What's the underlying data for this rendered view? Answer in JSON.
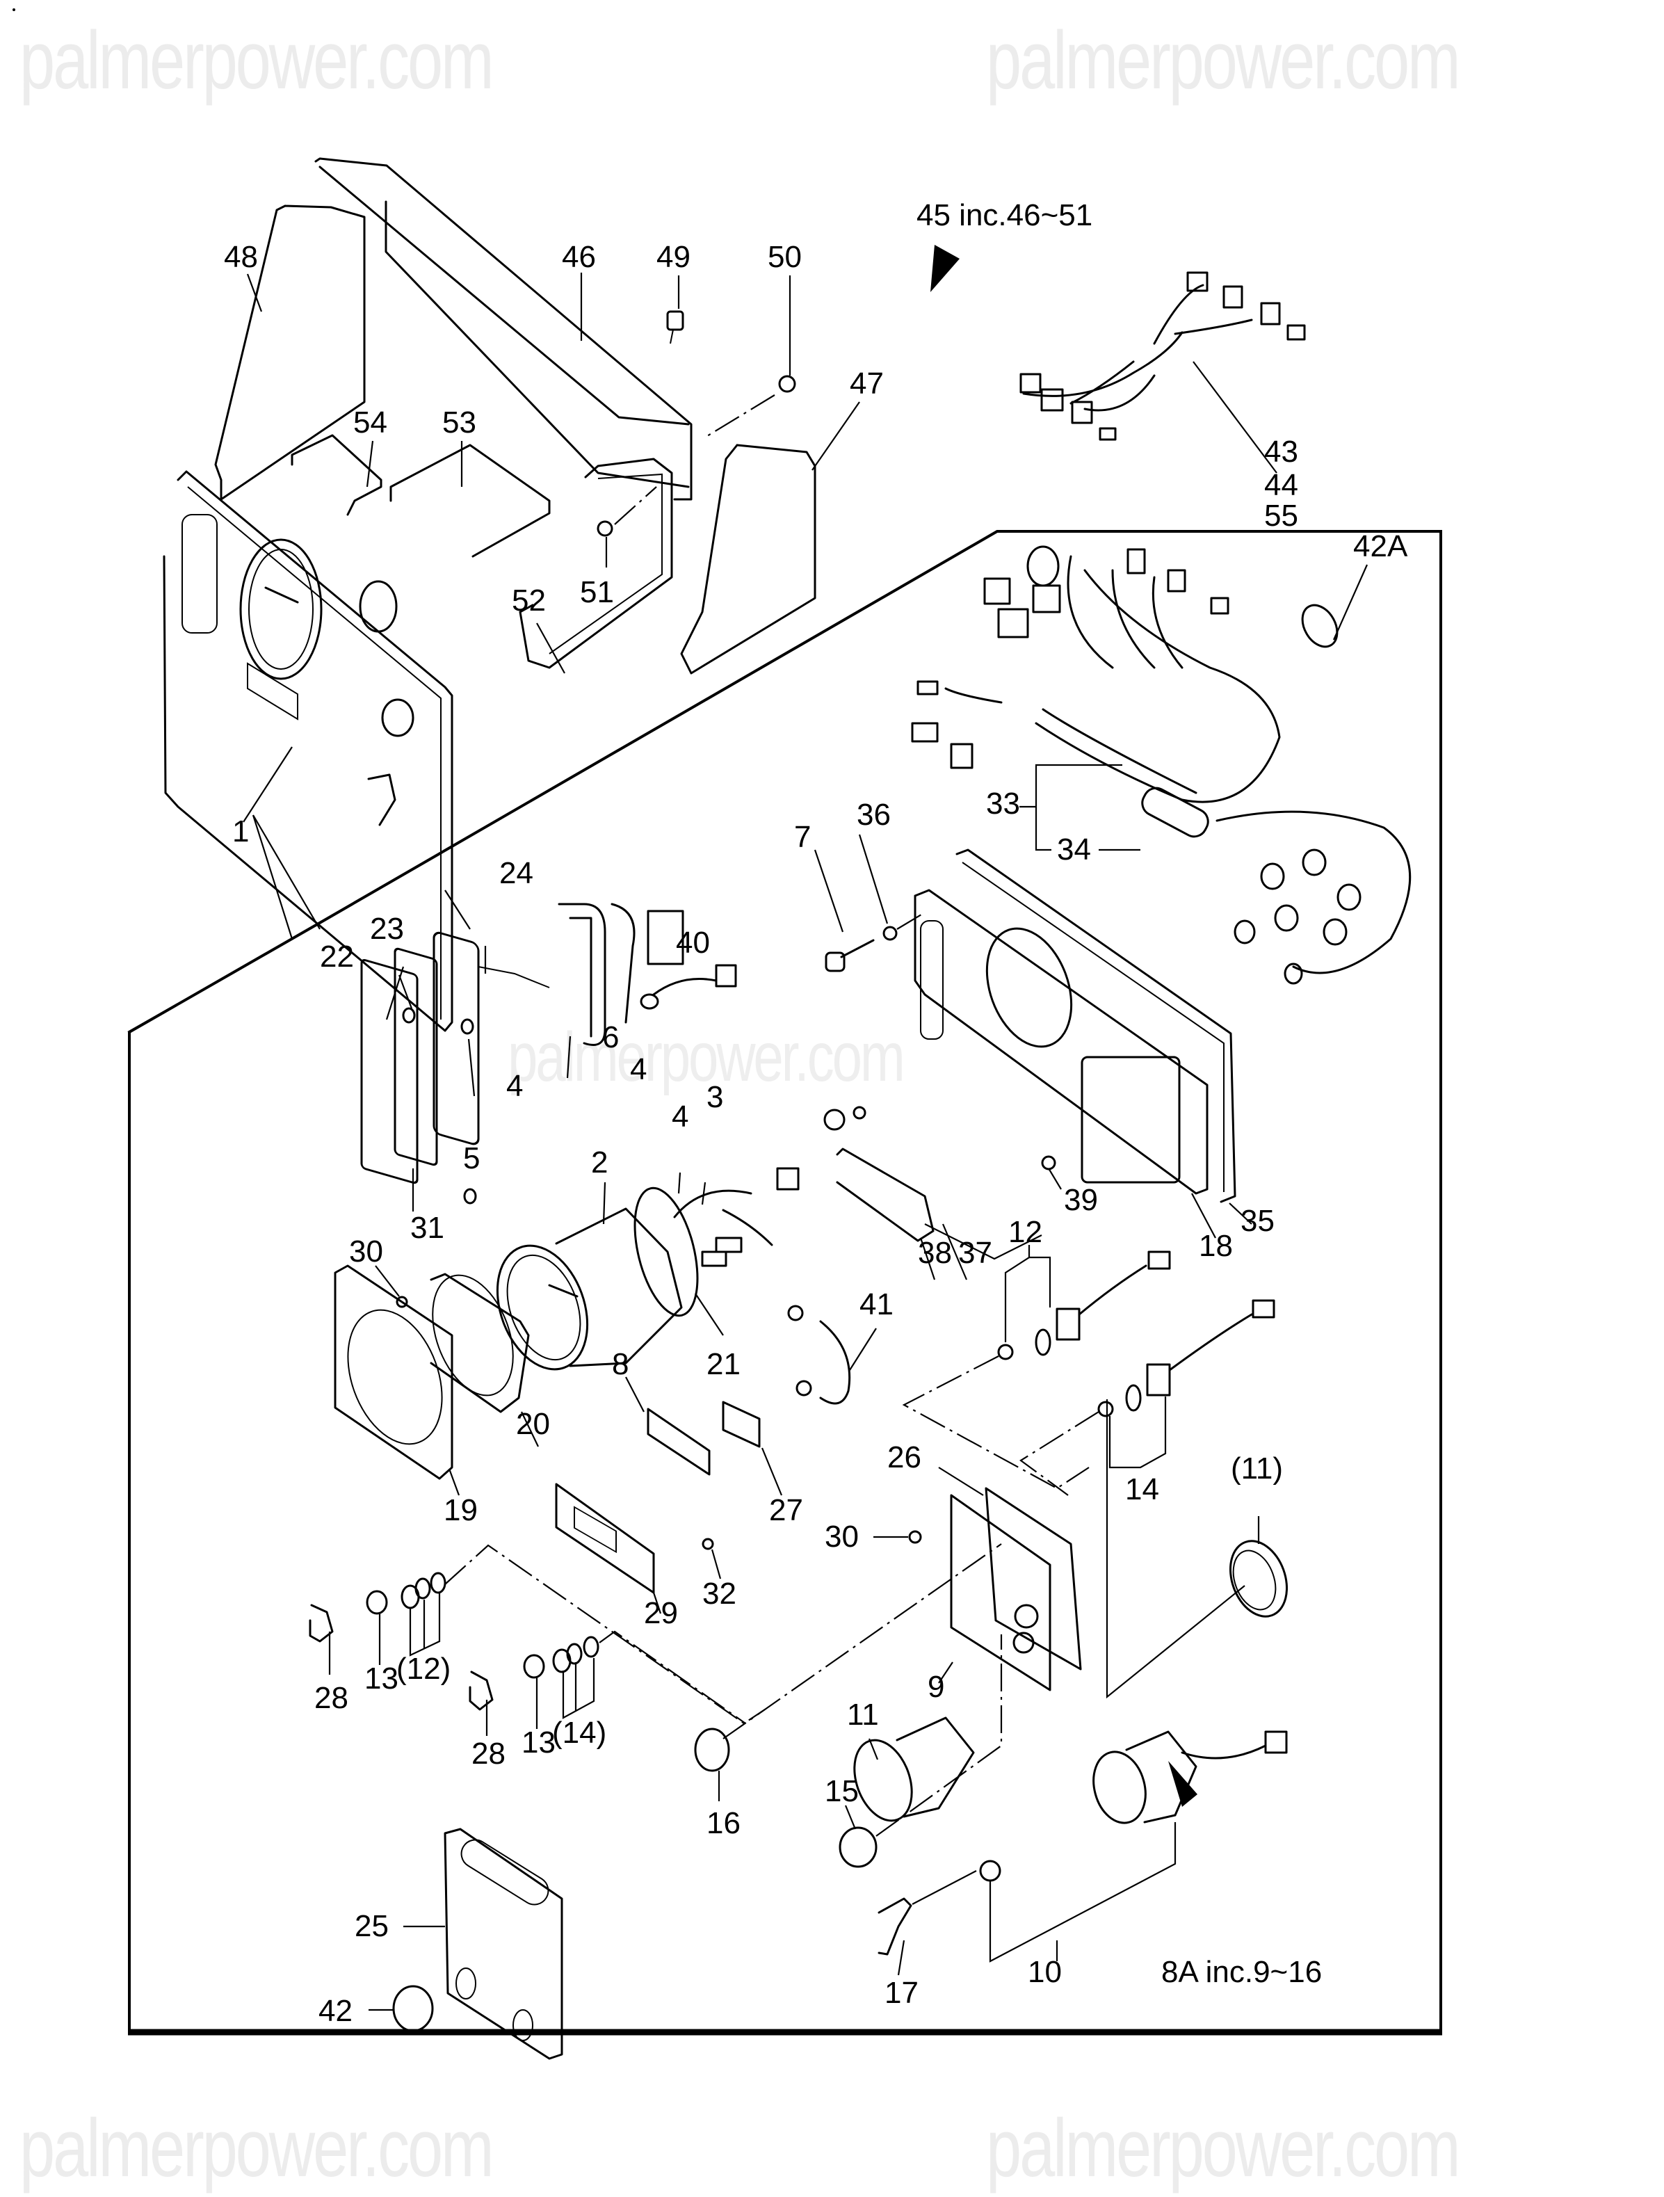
{
  "watermark": {
    "text": "palmerpower.com",
    "color": "#ececec",
    "instances": [
      "top-left",
      "top-right",
      "center",
      "bottom-left",
      "bottom-right"
    ]
  },
  "diagram": {
    "title": "Instrument panel exploded parts diagram",
    "line_color": "#000000",
    "background": "#ffffff",
    "assembly_notes": [
      {
        "id": "note-45",
        "text": "45 inc.46~51",
        "marker": "filled-triangle"
      },
      {
        "id": "note-8a",
        "text": "8A inc.9~16",
        "marker": "filled-triangle"
      }
    ],
    "callouts": {
      "c1": "1",
      "c2": "2",
      "c3": "3",
      "c4a": "4",
      "c4b": "4",
      "c4c": "4",
      "c5": "5",
      "c6": "6",
      "c7": "7",
      "c8": "8",
      "c9": "9",
      "c10": "10",
      "c11": "11",
      "c11p": "(11)",
      "c12": "12",
      "c12p": "(12)",
      "c13a": "13",
      "c13b": "13",
      "c14": "14",
      "c14p": "(14)",
      "c15": "15",
      "c16": "16",
      "c17": "17",
      "c18": "18",
      "c19": "19",
      "c20": "20",
      "c21": "21",
      "c22": "22",
      "c23": "23",
      "c24": "24",
      "c25": "25",
      "c26": "26",
      "c27": "27",
      "c28a": "28",
      "c28b": "28",
      "c29": "29",
      "c30a": "30",
      "c30b": "30",
      "c31": "31",
      "c32": "32",
      "c33": "33",
      "c34": "34",
      "c35": "35",
      "c36": "36",
      "c37": "37",
      "c38": "38",
      "c39": "39",
      "c40": "40",
      "c41": "41",
      "c42": "42",
      "c42a": "42A",
      "c43": "43",
      "c44": "44",
      "c55": "55",
      "c46": "46",
      "c47": "47",
      "c48": "48",
      "c49": "49",
      "c50": "50",
      "c51": "51",
      "c52": "52",
      "c53": "53",
      "c54": "54"
    },
    "parts": [
      {
        "id": "panel-assembly",
        "callout": "1"
      },
      {
        "id": "tachometer",
        "callout": "2"
      },
      {
        "id": "gauge-harness",
        "callout": "3"
      },
      {
        "id": "bulb",
        "callout": "4"
      },
      {
        "id": "pilot-lamp",
        "callout": "5"
      },
      {
        "id": "lamp-harness",
        "callout": "6"
      },
      {
        "id": "bolt",
        "callout": "7"
      },
      {
        "id": "indicator",
        "callout": "8"
      },
      {
        "id": "switch-plate",
        "callout": "9"
      },
      {
        "id": "key-switch",
        "callout": "10"
      },
      {
        "id": "buzzer",
        "callout": "11"
      },
      {
        "id": "toggle-switch-a",
        "callout": "12"
      },
      {
        "id": "nut",
        "callout": "13"
      },
      {
        "id": "toggle-switch-b",
        "callout": "14"
      },
      {
        "id": "cap",
        "callout": "15"
      },
      {
        "id": "pilot-lamp-small",
        "callout": "16"
      },
      {
        "id": "key",
        "callout": "17"
      },
      {
        "id": "rear-panel",
        "callout": "18"
      },
      {
        "id": "gauge-bezel",
        "callout": "19"
      },
      {
        "id": "gauge-gasket",
        "callout": "20"
      },
      {
        "id": "gauge-ring",
        "callout": "21"
      },
      {
        "id": "lens-cover",
        "callout": "22"
      },
      {
        "id": "lens-gasket",
        "callout": "23"
      },
      {
        "id": "lamp-socket",
        "callout": "24"
      },
      {
        "id": "front-cover",
        "callout": "25"
      },
      {
        "id": "switch-gasket",
        "callout": "26"
      },
      {
        "id": "indicator-gasket",
        "callout": "27"
      },
      {
        "id": "switch-knob",
        "callout": "28"
      },
      {
        "id": "indicator-cover",
        "callout": "29"
      },
      {
        "id": "screw",
        "callout": "30"
      },
      {
        "id": "screw-small",
        "callout": "31"
      },
      {
        "id": "screw-indicator",
        "callout": "32"
      },
      {
        "id": "main-harness",
        "callout": "33"
      },
      {
        "id": "fuse-holder",
        "callout": "34"
      },
      {
        "id": "rear-gasket",
        "callout": "35"
      },
      {
        "id": "washer",
        "callout": "36"
      },
      {
        "id": "relay-bracket",
        "callout": "37"
      },
      {
        "id": "relay",
        "callout": "38"
      },
      {
        "id": "bracket-screw",
        "callout": "39"
      },
      {
        "id": "bulb-socket",
        "callout": "40"
      },
      {
        "id": "grommet-clip",
        "callout": "41"
      },
      {
        "id": "plug",
        "callout": "42"
      },
      {
        "id": "band",
        "callout": "42A"
      },
      {
        "id": "harness-set",
        "callout": "43/44/55"
      },
      {
        "id": "top-cover",
        "callout": "46"
      },
      {
        "id": "side-cover-right",
        "callout": "47"
      },
      {
        "id": "side-cover-left",
        "callout": "48"
      },
      {
        "id": "bolt-cover",
        "callout": "49"
      },
      {
        "id": "bolt-side",
        "callout": "50"
      },
      {
        "id": "nut-frame",
        "callout": "51"
      },
      {
        "id": "frame-bracket",
        "callout": "52"
      },
      {
        "id": "stay-large",
        "callout": "53"
      },
      {
        "id": "stay-small",
        "callout": "54"
      }
    ]
  }
}
